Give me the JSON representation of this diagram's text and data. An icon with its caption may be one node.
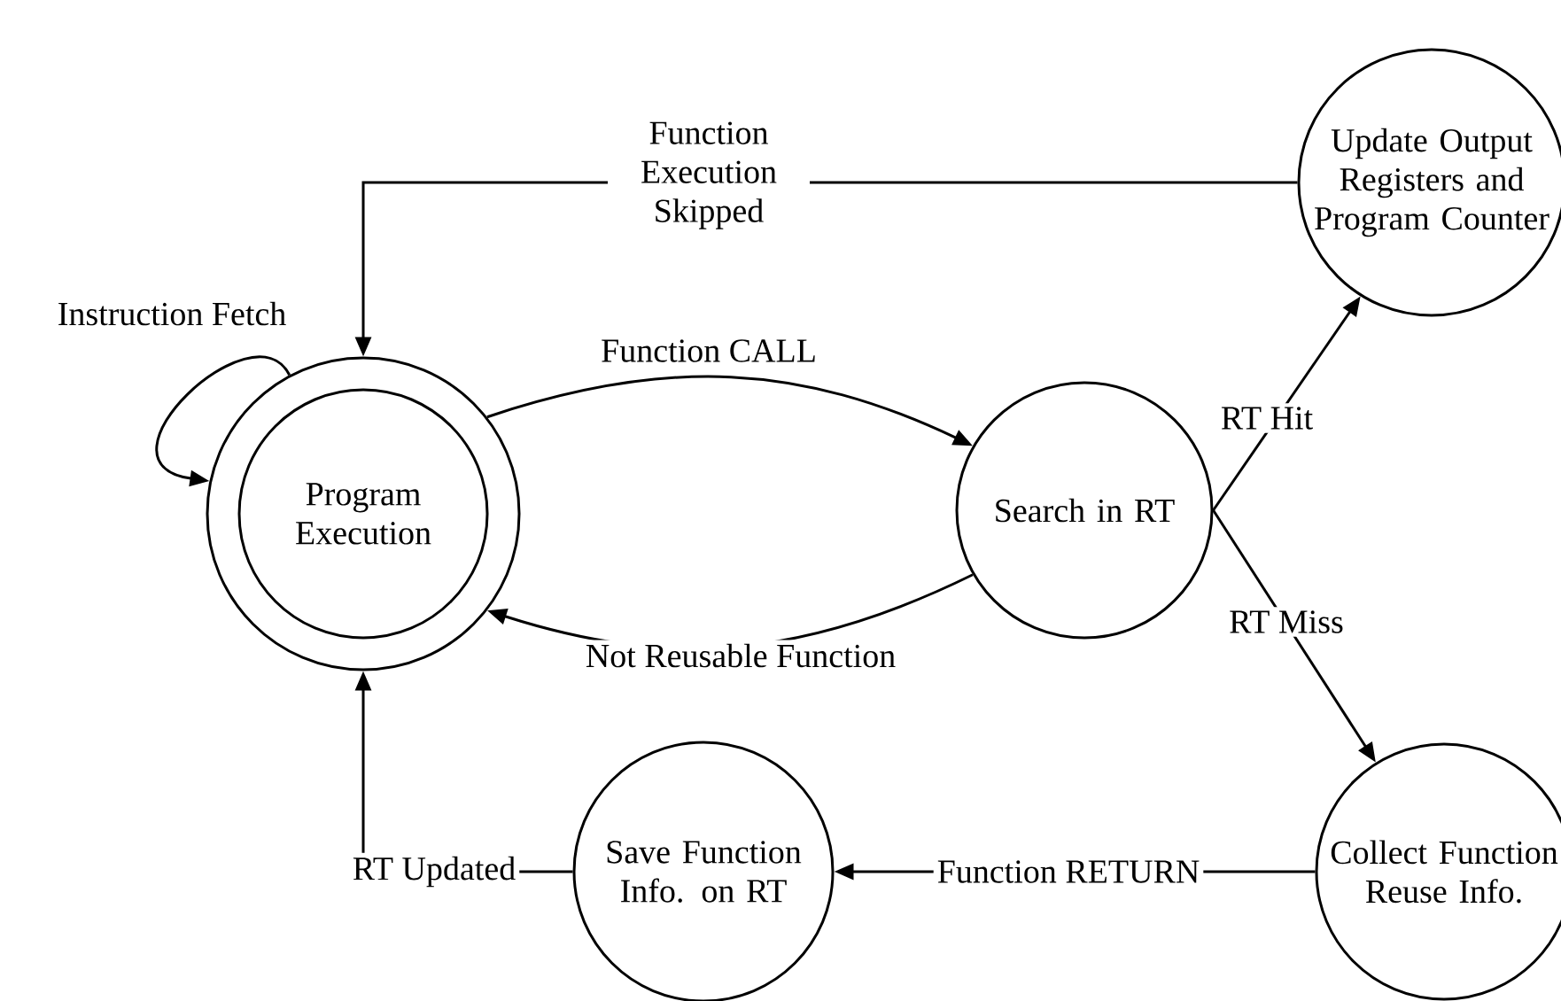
{
  "diagram": {
    "nodes": [
      {
        "text": [
          "Program Execution"
        ]
      },
      {
        "text": [
          "Search in RT"
        ]
      },
      {
        "text": [
          "Update Output Registers and Program Counter"
        ]
      },
      {
        "text": [
          "Collect Function Reuse Info."
        ]
      },
      {
        "text": [
          "Save Function Info. on RT"
        ]
      }
    ],
    "edges": [
      {
        "from": 0,
        "to": 0,
        "arrow": "to",
        "label": "Instruction Fetch"
      },
      {
        "from": 0,
        "to": 1,
        "arrow": "to",
        "label": "Function CALL"
      },
      {
        "from": 1,
        "to": 0,
        "arrow": "to",
        "label": "Not Reusable Function"
      },
      {
        "from": 1,
        "to": 2,
        "arrow": "to",
        "label": "RT Hit"
      },
      {
        "from": 1,
        "to": 3,
        "arrow": "to",
        "label": "RT Miss"
      },
      {
        "from": 3,
        "to": 4,
        "arrow": "to",
        "label": "Function RETURN"
      },
      {
        "from": 4,
        "to": 0,
        "arrow": "to",
        "label": "RT Updated"
      },
      {
        "from": 2,
        "to": 0,
        "arrow": "to",
        "label": "Function Execution Skipped"
      }
    ]
  }
}
